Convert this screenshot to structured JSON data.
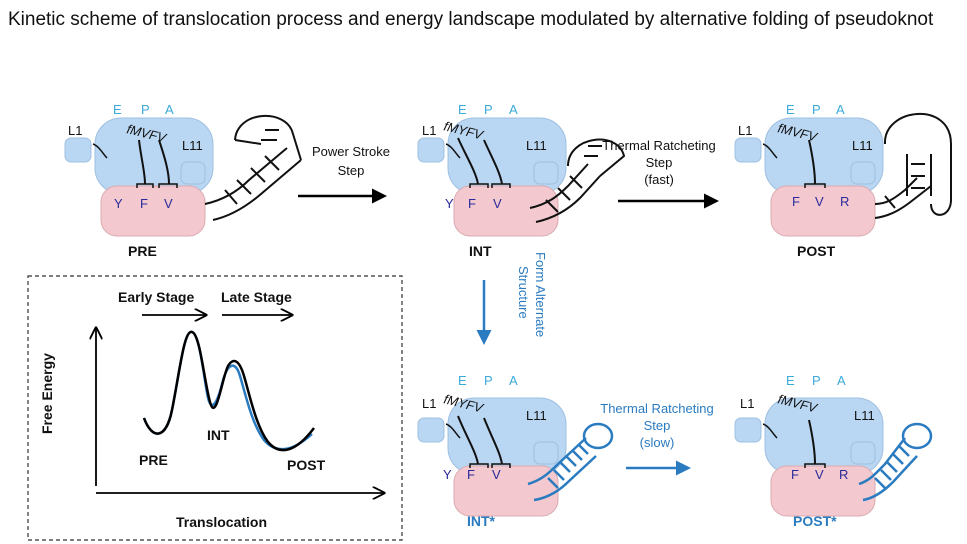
{
  "title": "Kinetic scheme of translocation process and energy landscape modulated by alternative folding of pseudoknot",
  "colors": {
    "large_subunit": "#b9d6f2",
    "small_subunit": "#f3c9cf",
    "site_labels": "#3aaad8",
    "codon_letters": "#2a2a9a",
    "alternate_path": "#2b7bc0",
    "main_path": "#000000"
  },
  "site_labels": [
    "E",
    "P",
    "A"
  ],
  "protein_labels": {
    "l1": "L1",
    "l11": "L11"
  },
  "states": {
    "pre": {
      "name": "PRE",
      "peptide": "fMVFV",
      "codons": [
        "Y",
        "F",
        "V"
      ]
    },
    "int": {
      "name": "INT",
      "peptide": "fMYFV",
      "codons": [
        "Y",
        "F",
        "V"
      ]
    },
    "post": {
      "name": "POST",
      "peptide": "fMVFV",
      "codons": [
        "F",
        "V",
        "R"
      ]
    },
    "int_alt": {
      "name": "INT*",
      "peptide": "fMYFV",
      "codons": [
        "Y",
        "F",
        "V"
      ]
    },
    "post_alt": {
      "name": "POST*",
      "peptide": "fMVFV",
      "codons": [
        "F",
        "V",
        "R"
      ]
    }
  },
  "steps": {
    "power_stroke": [
      "Power Stroke",
      "Step"
    ],
    "thermal_fast": [
      "Thermal Ratcheting",
      "Step",
      "(fast)"
    ],
    "form_alternate": [
      "Form Alternate",
      "Structure"
    ],
    "thermal_slow": [
      "Thermal Ratcheting",
      "Step",
      "(slow)"
    ]
  },
  "energy_plot": {
    "stages": [
      "Early Stage",
      "Late Stage"
    ],
    "ylabel": "Free Energy",
    "xlabel": "Translocation",
    "labels": {
      "pre": "PRE",
      "int": "INT",
      "post": "POST"
    }
  }
}
